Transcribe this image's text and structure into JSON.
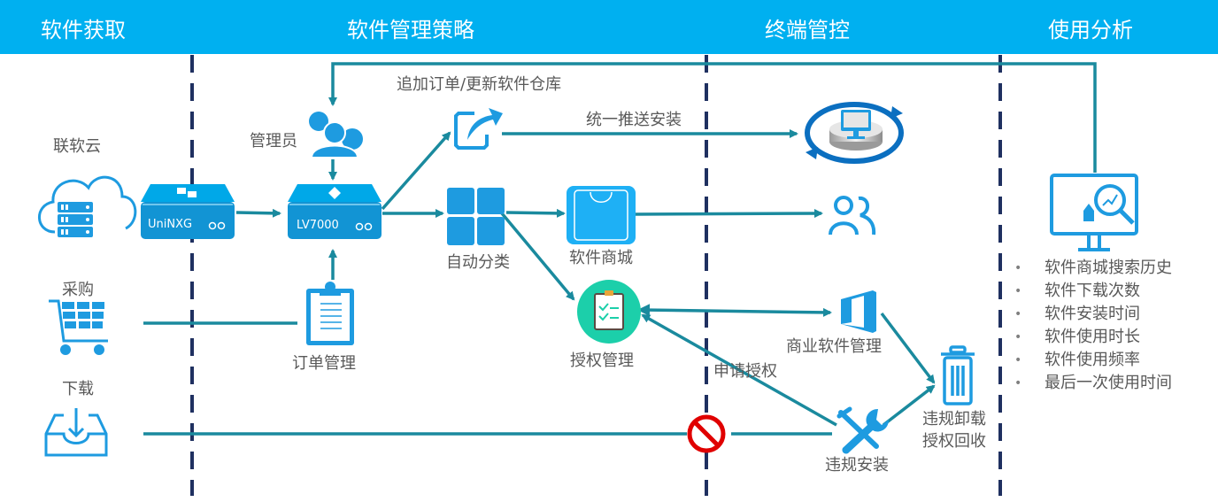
{
  "header": {
    "sections": [
      {
        "title": "软件获取"
      },
      {
        "title": "软件管理策略"
      },
      {
        "title": "终端管控"
      },
      {
        "title": "使用分析"
      }
    ]
  },
  "colors": {
    "header_bg": "#00b0f0",
    "arrow": "#1a8a9e",
    "icon_blue": "#1e9be0",
    "divider": "#1f3060",
    "forbidden": "#e00000",
    "auth_green": "#1ccfaa"
  },
  "sources": {
    "cloud": "联软云",
    "purchase": "采购",
    "download": "下载"
  },
  "devices": {
    "gateway": "UniNXG",
    "server": "LV7000"
  },
  "nodes": {
    "admin": "管理员",
    "order_mgmt": "订单管理",
    "auto_classify": "自动分类",
    "software_store": "软件商城",
    "license_mgmt": "授权管理",
    "commercial_sw": "商业软件管理",
    "illegal_install": "违规安装",
    "uninstall_reclaim_line1": "违规卸载",
    "uninstall_reclaim_line2": "授权回收"
  },
  "edges": {
    "feedback": "追加订单/更新软件仓库",
    "push_install": "统一推送安装",
    "apply_license": "申请授权"
  },
  "analysis": {
    "items": [
      "软件商城搜索历史",
      "软件下载次数",
      "软件安装时间",
      "软件使用时长",
      "软件使用频率",
      "最后一次使用时间"
    ]
  }
}
